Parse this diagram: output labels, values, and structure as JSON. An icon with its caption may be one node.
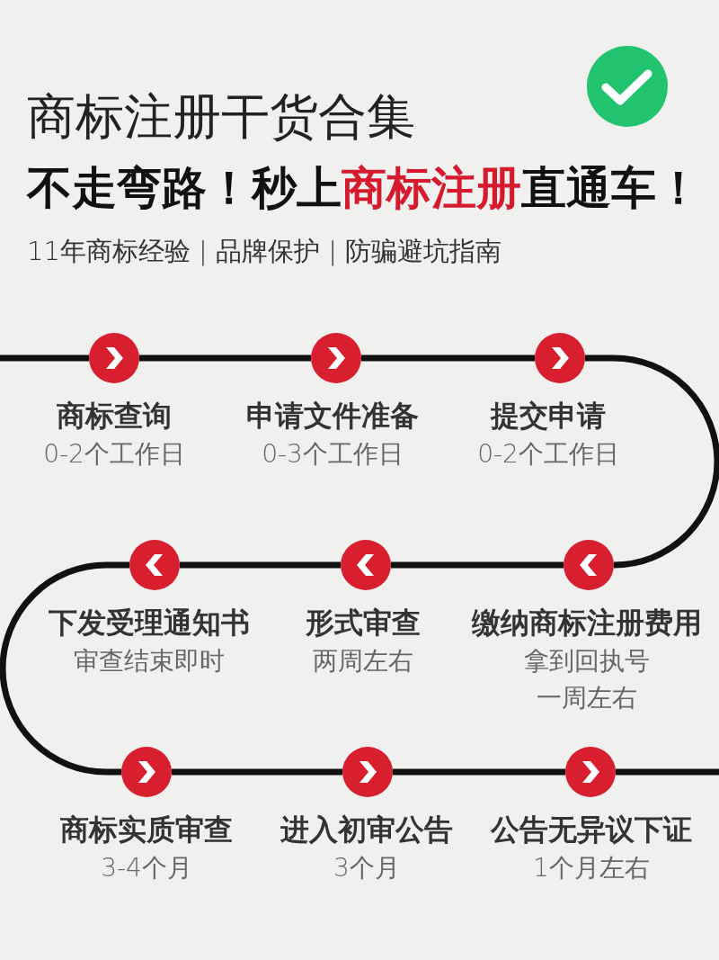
{
  "diagram": {
    "title": "商标注册干货合集",
    "nodes": [
      {
        "text": [],
        "shape": "circle",
        "beside": [
          "商标查询",
          "0-2个工作日"
        ]
      },
      {
        "text": [],
        "shape": "circle",
        "beside": [
          "申请文件准备",
          "0-3个工作日"
        ]
      },
      {
        "text": [],
        "shape": "circle",
        "beside": [
          "提交申请",
          "0-2个工作日"
        ]
      },
      {
        "text": [],
        "shape": "circle",
        "beside": [
          "下发受理通知书",
          "审查结束即时"
        ]
      },
      {
        "text": [],
        "shape": "circle",
        "beside": [
          "形式审查",
          "两周左右"
        ]
      },
      {
        "text": [],
        "shape": "circle",
        "beside": [
          "缴纳商标注册费用",
          "拿到回执号",
          "一周左右"
        ]
      },
      {
        "text": [],
        "shape": "circle",
        "beside": [
          "商标实质审查",
          "3-4个月"
        ]
      },
      {
        "text": [],
        "shape": "circle",
        "beside": [
          "进入初审公告",
          "3个月"
        ]
      },
      {
        "text": [],
        "shape": "circle",
        "beside": [
          "公告无异议下证",
          "1个月左右"
        ]
      }
    ],
    "edges": [
      {
        "from": null,
        "to": 0,
        "arrow": "none"
      },
      {
        "from": 0,
        "to": 1,
        "arrow": "none"
      },
      {
        "from": 1,
        "to": 2,
        "arrow": "none"
      },
      {
        "from": 2,
        "to": 5,
        "arrow": "none"
      },
      {
        "from": 5,
        "to": 4,
        "arrow": "none"
      },
      {
        "from": 4,
        "to": 3,
        "arrow": "none"
      },
      {
        "from": 3,
        "to": 6,
        "arrow": "none"
      },
      {
        "from": 6,
        "to": 7,
        "arrow": "none"
      },
      {
        "from": 7,
        "to": 8,
        "arrow": "none"
      },
      {
        "from": 8,
        "to": null,
        "arrow": "none"
      }
    ],
    "labels": [
      "不走弯路！秒上**商标注册**直通车！",
      "11年商标经验 | 品牌保护 | 防骗避坑指南"
    ]
  }
}
